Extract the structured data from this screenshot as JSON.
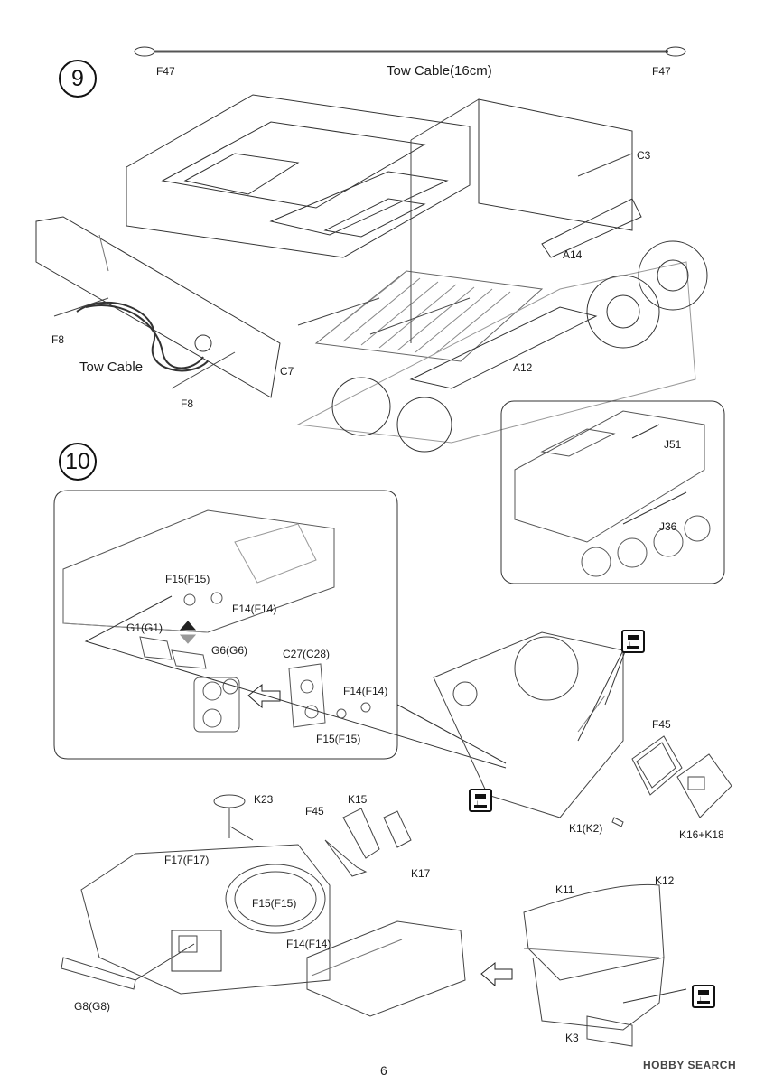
{
  "steps": [
    "9",
    "10"
  ],
  "step9": {
    "tow_cable_title": "Tow Cable(16cm)",
    "tow_cable_label": "Tow Cable",
    "parts": {
      "f47_left": "F47",
      "f47_right": "F47",
      "c3": "C3",
      "a14": "A14",
      "a12": "A12",
      "c7": "C7",
      "f8_top": "F8",
      "f8_bottom": "F8",
      "j51": "J51",
      "j36": "J36"
    }
  },
  "step10": {
    "detail_parts": {
      "f15_top": "F15(F15)",
      "f14_top": "F14(F14)",
      "g1": "G1(G1)",
      "g6": "G6(G6)",
      "c27": "C27(C28)",
      "f14_right": "F14(F14)",
      "f15_bottom": "F15(F15)"
    },
    "parts": {
      "f45_right": "F45",
      "k1": "K1(K2)",
      "k16": "K16+K18",
      "k23": "K23",
      "f45_mid": "F45",
      "k15": "K15",
      "f17": "F17(F17)",
      "k17": "K17",
      "f15": "F15(F15)",
      "f14": "F14(F14)",
      "g8": "G8(G8)",
      "k11": "K11",
      "k12": "K12",
      "k3": "K3"
    }
  },
  "page_number": "6",
  "watermark": "HOBBY SEARCH",
  "icons": [
    "glue-icon",
    "arrow-left-icon",
    "flip-arrow-icon"
  ]
}
